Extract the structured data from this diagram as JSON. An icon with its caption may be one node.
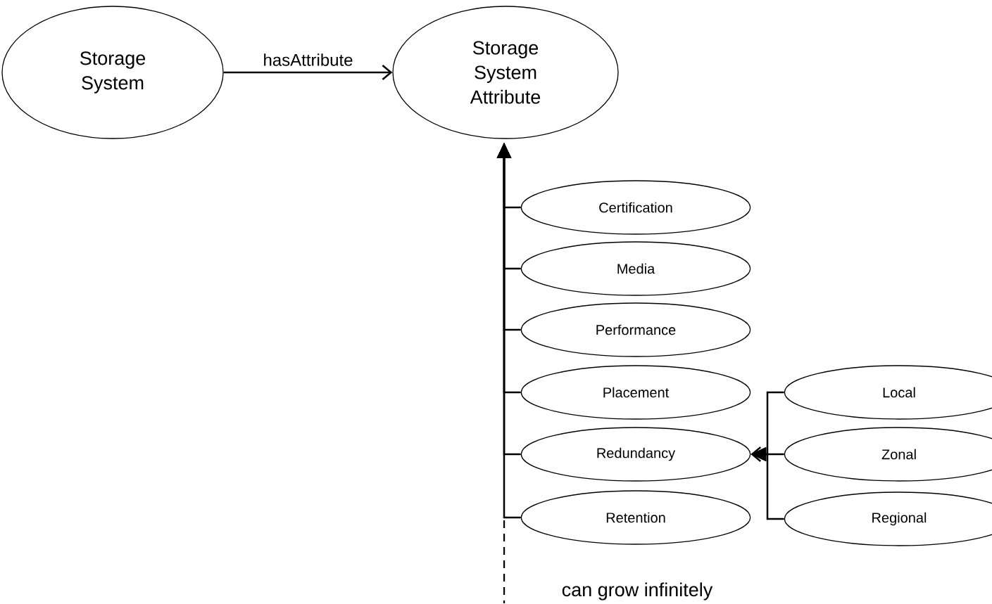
{
  "diagram": {
    "nodes": [
      {
        "text": [
          "Storage System"
        ]
      },
      {
        "text": [
          "Storage System Attribute"
        ]
      },
      {
        "text": [
          "Certification"
        ]
      },
      {
        "text": [
          "Media"
        ]
      },
      {
        "text": [
          "Performance"
        ]
      },
      {
        "text": [
          "Placement"
        ]
      },
      {
        "text": [
          "Redundancy"
        ]
      },
      {
        "text": [
          "Retention"
        ]
      },
      {
        "text": [
          "Local"
        ]
      },
      {
        "text": [
          "Zonal"
        ]
      },
      {
        "text": [
          "Regional"
        ]
      }
    ],
    "edges": [
      {
        "from": 0,
        "to": 1,
        "arrow": "to",
        "label": "hasAttribute"
      },
      {
        "from": 2,
        "to": 1,
        "arrow": "to"
      },
      {
        "from": 3,
        "to": 1,
        "arrow": "to"
      },
      {
        "from": 4,
        "to": 1,
        "arrow": "to"
      },
      {
        "from": 5,
        "to": 1,
        "arrow": "to"
      },
      {
        "from": 6,
        "to": 1,
        "arrow": "to"
      },
      {
        "from": 7,
        "to": 1,
        "arrow": "to"
      },
      {
        "from": 8,
        "to": 6,
        "arrow": "to"
      },
      {
        "from": 9,
        "to": 6,
        "arrow": "to"
      },
      {
        "from": 10,
        "to": 6,
        "arrow": "to"
      }
    ],
    "labels": [
      "can grow infinitely"
    ]
  }
}
